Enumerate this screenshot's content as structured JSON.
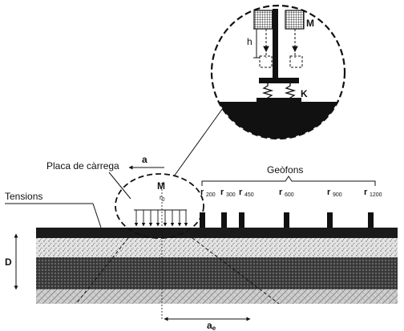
{
  "labels": {
    "placa": "Placa de càrrega",
    "tensions": "Tensions",
    "geofons": "Geòfons",
    "a": "a",
    "M_main": "M",
    "r0_r": "r",
    "r0_sub": "0",
    "D": "D",
    "ae_main": "a",
    "ae_sub": "e",
    "h": "h",
    "M_zoom": "M",
    "K": "K"
  },
  "geophones": [
    {
      "r": "r",
      "dist": "200"
    },
    {
      "r": "r",
      "dist": "300"
    },
    {
      "r": "r",
      "dist": "450"
    },
    {
      "r": "r",
      "dist": "600"
    },
    {
      "r": "r",
      "dist": "900"
    },
    {
      "r": "r",
      "dist": "1200"
    }
  ],
  "colors": {
    "ink": "#111111",
    "surface": "#1a1a1a",
    "layer_dark": "#3a3a3a",
    "layer_light": "#d9d9d9",
    "subgrade": "#bdbdbd",
    "background": "#ffffff"
  },
  "icons": {
    "zoom_mass": "mass-grid-icon",
    "zoom_spring": "spring-icon"
  }
}
